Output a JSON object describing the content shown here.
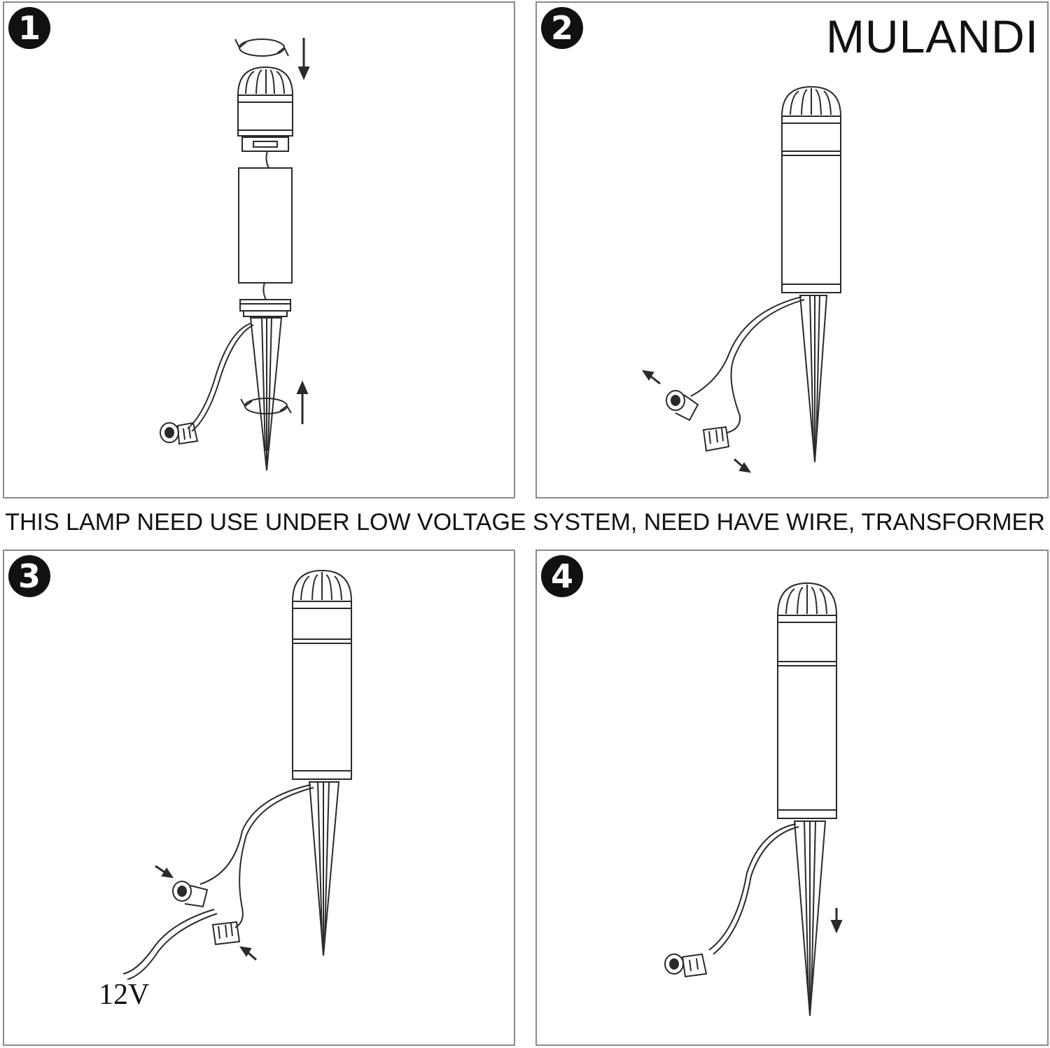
{
  "brand": "MULANDI",
  "notice": "THIS LAMP NEED USE UNDER LOW VOLTAGE SYSTEM, NEED HAVE WIRE, TRANSFORMER",
  "steps": [
    {
      "number": "1"
    },
    {
      "number": "2"
    },
    {
      "number": "3",
      "voltage_label": "12V"
    },
    {
      "number": "4"
    }
  ],
  "colors": {
    "line": "#2a2a2a",
    "border": "#8a8a8a",
    "badge": "#111111"
  }
}
